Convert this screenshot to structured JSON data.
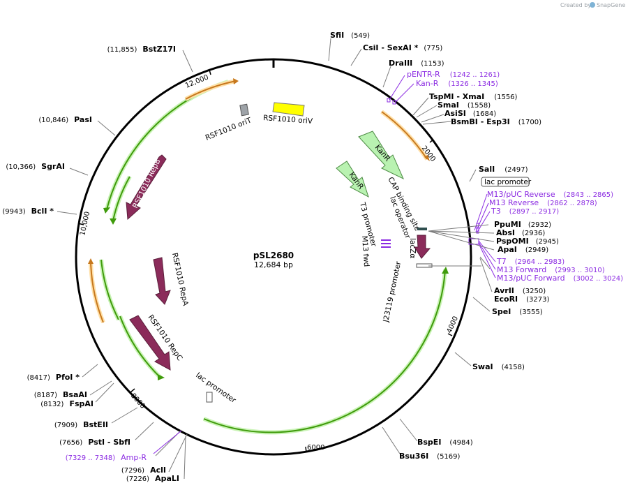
{
  "credit": {
    "prefix": "Created by",
    "brand": "SnapGene"
  },
  "plasmid": {
    "name": "pSL2680",
    "length": "12,684 bp"
  },
  "ticks": [
    "2000",
    "4000",
    "6000",
    "8000",
    "10,000",
    "12,000"
  ],
  "sites_right": [
    {
      "name": "SfiI",
      "pos": "(549)"
    },
    {
      "name": "CsiI  - SexAI *",
      "pos": "(775)"
    },
    {
      "name": "DraIII",
      "pos": "(1153)"
    },
    {
      "name": "TspMI  - XmaI",
      "pos": "(1556)"
    },
    {
      "name": "SmaI",
      "pos": "(1558)"
    },
    {
      "name": "AsiSI",
      "pos": "(1684)"
    },
    {
      "name": "BsmBI  - Esp3I",
      "pos": "(1700)"
    },
    {
      "name": "SalI",
      "pos": "(2497)"
    },
    {
      "name": "PpuMI",
      "pos": "(2932)"
    },
    {
      "name": "AbsI",
      "pos": "(2936)"
    },
    {
      "name": "PspOMI",
      "pos": "(2945)"
    },
    {
      "name": "ApaI",
      "pos": "(2949)"
    },
    {
      "name": "AvrII",
      "pos": "(3250)"
    },
    {
      "name": "EcoRI",
      "pos": "(3273)"
    },
    {
      "name": "SpeI",
      "pos": "(3555)"
    },
    {
      "name": "SwaI",
      "pos": "(4158)"
    },
    {
      "name": "BspEI",
      "pos": "(4984)"
    },
    {
      "name": "Bsu36I",
      "pos": "(5169)"
    }
  ],
  "sites_left": [
    {
      "name": "BstZ17I",
      "pos": "(11,855)"
    },
    {
      "name": "PasI",
      "pos": "(10,846)"
    },
    {
      "name": "SgrAI",
      "pos": "(10,366)"
    },
    {
      "name": "BclI *",
      "pos": "(9943)"
    },
    {
      "name": "PfoI *",
      "pos": "(8417)"
    },
    {
      "name": "BsaAI",
      "pos": "(8187)"
    },
    {
      "name": "FspAI",
      "pos": "(8132)"
    },
    {
      "name": "BstEII",
      "pos": "(7909)"
    },
    {
      "name": "PstI  - SbfI",
      "pos": "(7656)"
    },
    {
      "name": "AclI",
      "pos": "(7296)"
    },
    {
      "name": "ApaLI",
      "pos": "(7226)"
    }
  ],
  "primers": [
    {
      "name": "pENTR-R",
      "pos": "(1242 .. 1261)"
    },
    {
      "name": "Kan-R",
      "pos": "(1326 .. 1345)"
    },
    {
      "name": "M13/pUC Reverse",
      "pos": "(2843 .. 2865)"
    },
    {
      "name": "M13 Reverse",
      "pos": "(2862 .. 2878)"
    },
    {
      "name": "T3",
      "pos": "(2897 .. 2917)"
    },
    {
      "name": "T7",
      "pos": "(2964 .. 2983)"
    },
    {
      "name": "M13 Forward",
      "pos": "(2993 .. 3010)"
    },
    {
      "name": "M13/pUC Forward",
      "pos": "(3002 .. 3024)"
    },
    {
      "name": "Amp-R",
      "pos": "(7329 .. 7348)"
    }
  ],
  "boxed_label": "lac promoter",
  "features": {
    "rsf_oriT": "RSF1010 oriT",
    "rsf_oriV": "RSF1010 oriV",
    "kanR_a": "KanR",
    "kanR_b": "KanR",
    "cap": "CAP binding site",
    "lac_op": "lac operator",
    "t3_prom": "T3 promoter",
    "m13fwd": "M13 fwd",
    "lacZa": "lacZα",
    "j23119": "J23119 promoter",
    "repB": "RSF1010 RepB",
    "repA": "RSF1010 RepA",
    "repC": "RSF1010 RepC",
    "lac_prom2": "lac promoter"
  },
  "colors": {
    "circle": "#000000",
    "primer": "#8b2be2",
    "rep": "#8b2b5a",
    "kan": "#b9f2b1",
    "green_arc": "#3f9b0b",
    "orange_arc": "#c7781d",
    "oriV": "#ffff00"
  }
}
